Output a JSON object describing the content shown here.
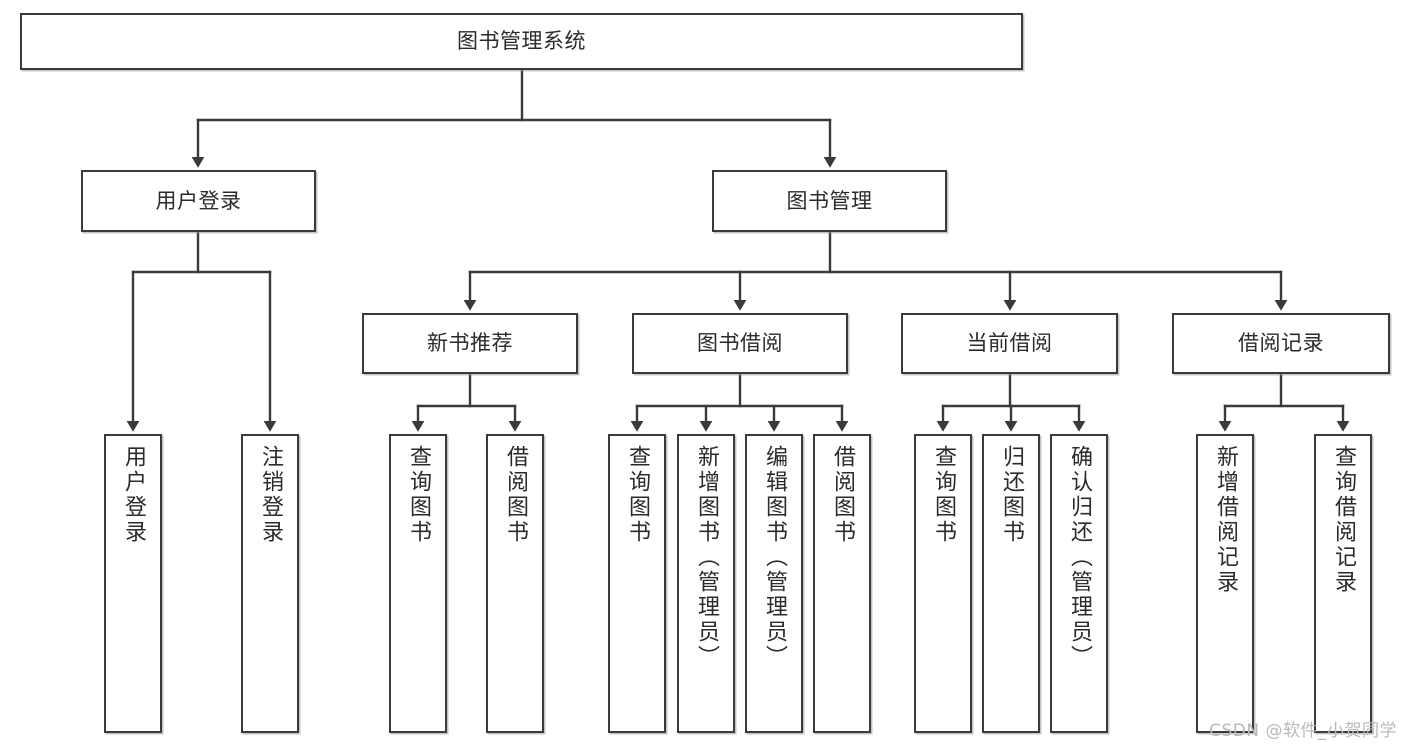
{
  "diagram": {
    "type": "tree-hierarchy",
    "title": "图书管理系统",
    "root": {
      "label": "图书管理系统"
    },
    "level2": [
      {
        "label": "用户登录"
      },
      {
        "label": "图书管理"
      }
    ],
    "level3": [
      {
        "label": "新书推荐"
      },
      {
        "label": "图书借阅"
      },
      {
        "label": "当前借阅"
      },
      {
        "label": "借阅记录"
      }
    ],
    "leaves": {
      "user_login": [
        {
          "label": "用户登录"
        },
        {
          "label": "注销登录"
        }
      ],
      "new_book_recommend": [
        {
          "label": "查询图书"
        },
        {
          "label": "借阅图书"
        }
      ],
      "book_borrow": [
        {
          "label": "查询图书"
        },
        {
          "label": "新增图书（管理员）"
        },
        {
          "label": "编辑图书（管理员）"
        },
        {
          "label": "借阅图书"
        }
      ],
      "current_borrow": [
        {
          "label": "查询图书"
        },
        {
          "label": "归还图书"
        },
        {
          "label": "确认归还（管理员）"
        }
      ],
      "borrow_record": [
        {
          "label": "新增借阅记录"
        },
        {
          "label": "查询借阅记录"
        }
      ]
    }
  },
  "watermark": {
    "text": "CSDN @软件_小贺同学"
  },
  "colors": {
    "stroke": "#3a3a3a",
    "box_fill": "#ffffff",
    "text": "#2b2b2b",
    "watermark": "#b9b9b9",
    "background": "#ffffff"
  }
}
